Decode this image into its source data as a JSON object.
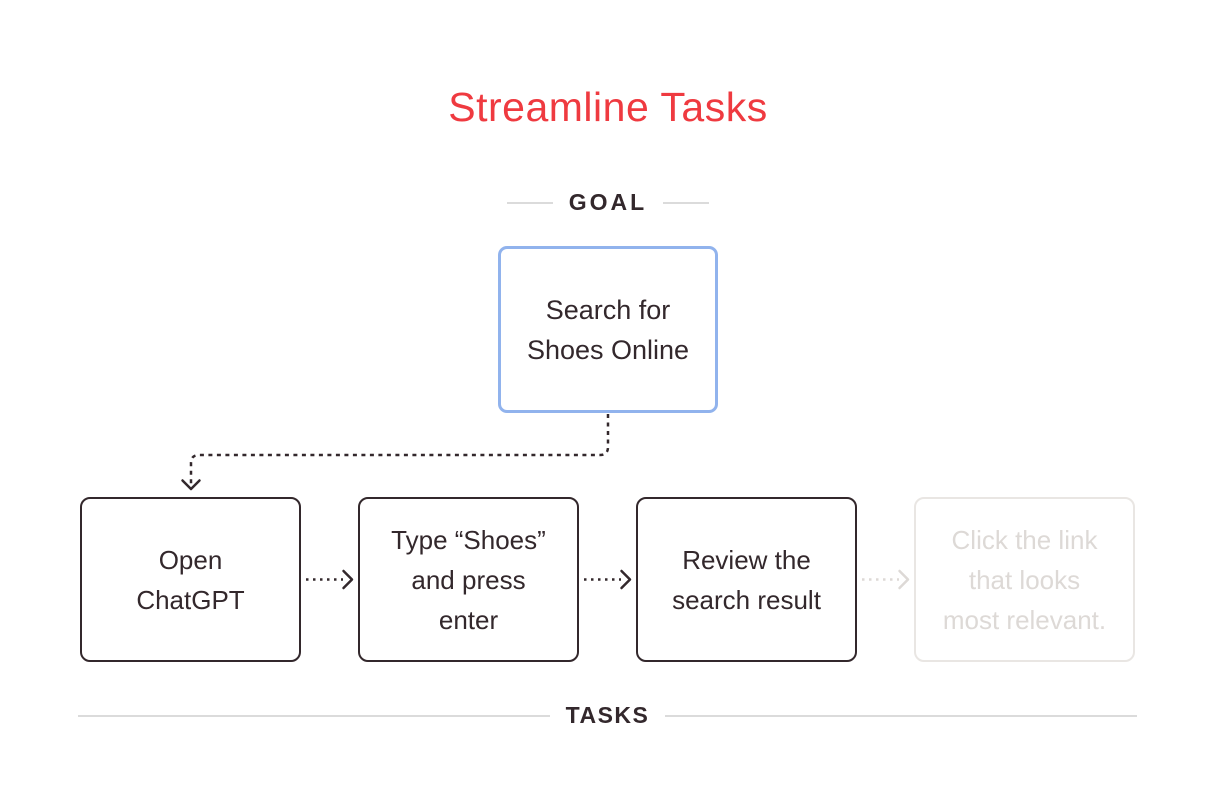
{
  "page": {
    "title": "Streamline Tasks"
  },
  "colors": {
    "title_red": "#EF3A40",
    "ink": "#33282C",
    "goal_border_blue": "#91B3ED",
    "ghost_text": "#DDD9D6",
    "ghost_border": "#E9E6E3",
    "divider_line": "#DBDBDB",
    "node_bg": "#FFFFFF"
  },
  "goal_section": {
    "label": "GOAL",
    "node": {
      "text": "Search for Shoes Online",
      "lines": [
        "Search for",
        "Shoes Online"
      ]
    }
  },
  "tasks_section": {
    "label": "TASKS",
    "items": [
      {
        "text": "Open ChatGPT",
        "lines": [
          "Open",
          "ChatGPT"
        ],
        "state": "active"
      },
      {
        "text": "Type “Shoes” and press enter",
        "lines": [
          "Type “Shoes”",
          "and press",
          "enter"
        ],
        "state": "active"
      },
      {
        "text": "Review the search result",
        "lines": [
          "Review the",
          "search result"
        ],
        "state": "active"
      },
      {
        "text": "Click the link that looks most relevant.",
        "lines": [
          "Click the link",
          "that looks",
          "most relevant."
        ],
        "state": "ghost"
      }
    ]
  },
  "connectors": {
    "goal_to_first_task": "dashed-elbow-arrow",
    "task_arrows": [
      "dotted-arrow",
      "dotted-arrow",
      "dotted-arrow-ghost"
    ]
  }
}
